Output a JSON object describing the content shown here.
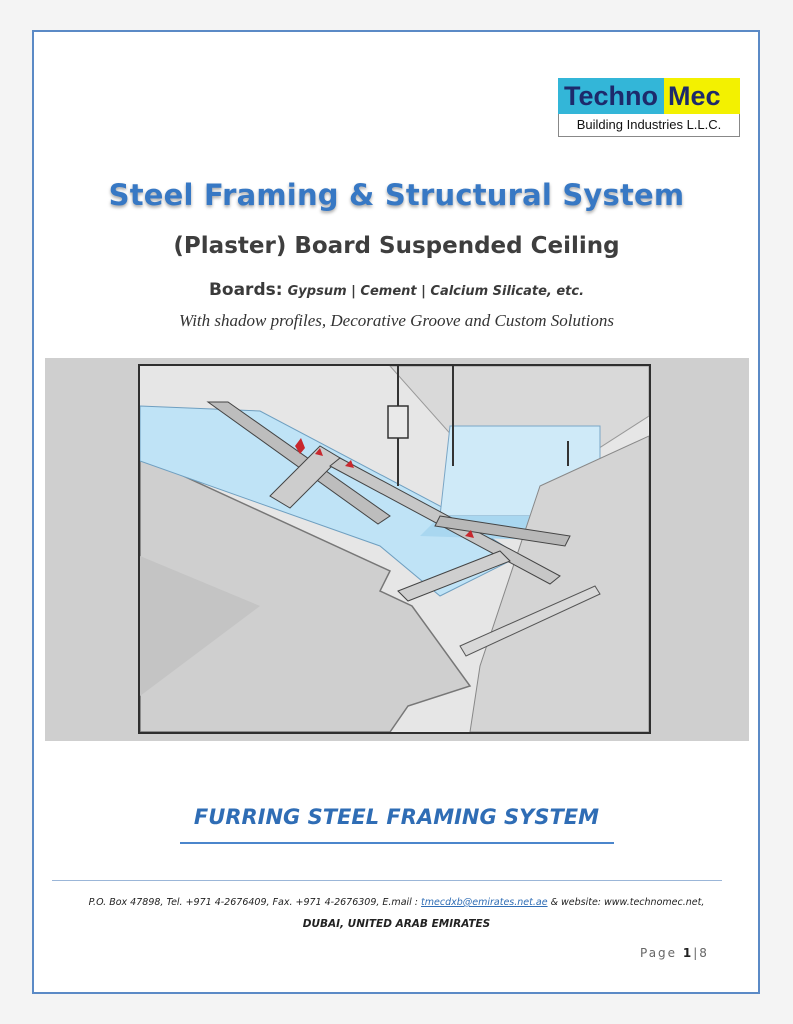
{
  "logo": {
    "techno": "Techno",
    "mec": "Mec",
    "subtitle": "Building Industries L.L.C."
  },
  "heading": {
    "title": "Steel Framing & Structural System",
    "subtitle": "(Plaster) Board Suspended Ceiling",
    "boards_label": "Boards:",
    "boards_list": "Gypsum | Cement | Calcium Silicate, etc.",
    "tagline": "With shadow profiles, Decorative Groove and Custom Solutions"
  },
  "illustration": {
    "icon": "suspended-ceiling-framing-illustration"
  },
  "footer": {
    "system_title": "FURRING STEEL FRAMING  SYSTEM",
    "contact_prefix": "P.O. Box 47898, Tel. +971 4-2676409, Fax. +971 4-2676309, E.mail : ",
    "email": "tmecdxb@emirates.net.ae",
    "contact_suffix": " & website: www.technomec.net,",
    "location": "DUBAI, UNITED ARAB EMIRATES",
    "page_label": "Page",
    "page_current": "1",
    "page_separator": "|",
    "page_total": "8"
  },
  "colors": {
    "title_blue": "#3778c4",
    "frame_blue": "#5b8ac6",
    "logo_cyan": "#33b6d8",
    "logo_yellow": "#f3f100"
  }
}
